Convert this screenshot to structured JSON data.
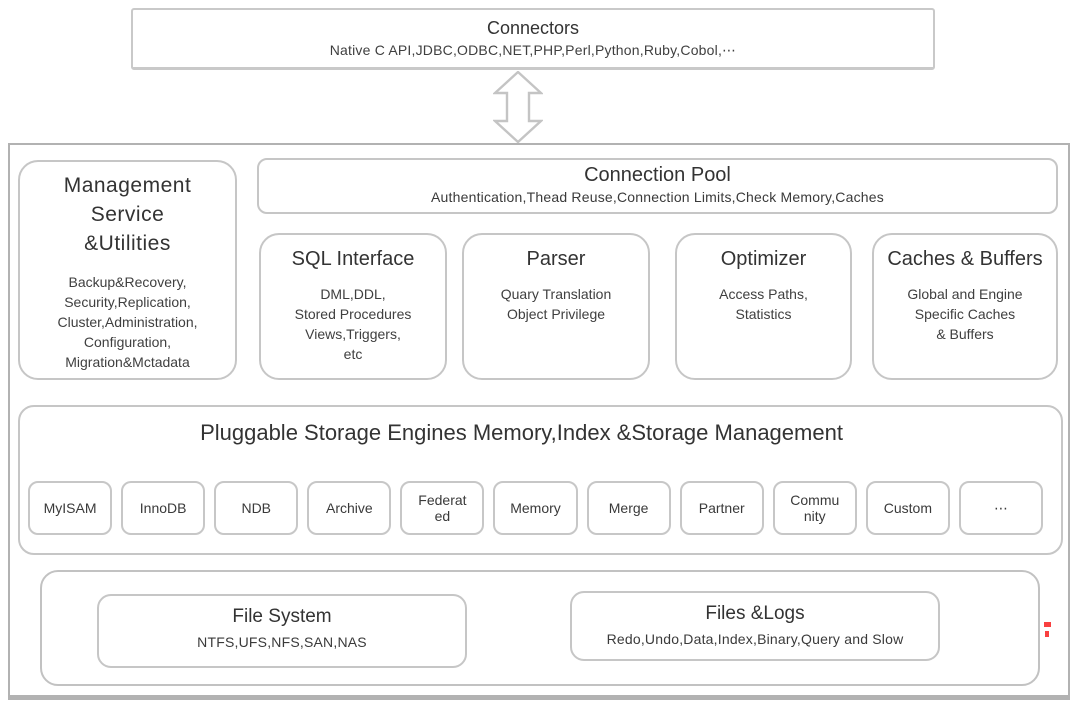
{
  "connectors": {
    "title": "Connectors",
    "subtitle": "Native C API,JDBC,ODBC,NET,PHP,Perl,Python,Ruby,Cobol,⋯"
  },
  "management": {
    "title_lines": [
      "Management",
      "Service",
      "&Utilities"
    ],
    "body_lines": [
      "Backup&Recovery,",
      "Security,Replication,",
      "Cluster,Administration,",
      "Configuration,",
      "Migration&Mctadata"
    ]
  },
  "connection_pool": {
    "title": "Connection Pool",
    "subtitle": "Authentication,Thead Reuse,Connection Limits,Check Memory,Caches"
  },
  "modules": [
    {
      "title": "SQL Interface",
      "body_lines": [
        "DML,DDL,",
        "Stored Procedures",
        "Views,Triggers,",
        "etc"
      ]
    },
    {
      "title": "Parser",
      "body_lines": [
        "Quary Translation",
        "Object Privilege"
      ]
    },
    {
      "title": "Optimizer",
      "body_lines": [
        "Access Paths,",
        "Statistics"
      ]
    },
    {
      "title": "Caches & Buffers",
      "body_lines": [
        "Global and Engine",
        "Specific Caches",
        "& Buffers"
      ]
    }
  ],
  "storage": {
    "title": "Pluggable Storage Engines Memory,Index &Storage Management",
    "engines": [
      "MyISAM",
      "InnoDB",
      "NDB",
      "Archive",
      "Federat\ned",
      "Memory",
      "Merge",
      "Partner",
      "Commu\nnity",
      "Custom",
      "⋯"
    ]
  },
  "filesystem": {
    "file_system": {
      "title": "File System",
      "subtitle": "NTFS,UFS,NFS,SAN,NAS"
    },
    "files_logs": {
      "title": "Files &Logs",
      "subtitle": "Redo,Undo,Data,Index,Binary,Query and Slow"
    }
  },
  "icons": {
    "arrow": "bidirectional-vertical-arrow"
  },
  "colors": {
    "border_light": "#c6c6c6",
    "border_frame": "#b2b2b2",
    "text": "#3a3a3a",
    "annotation_red": "#f94040",
    "background": "#ffffff"
  }
}
